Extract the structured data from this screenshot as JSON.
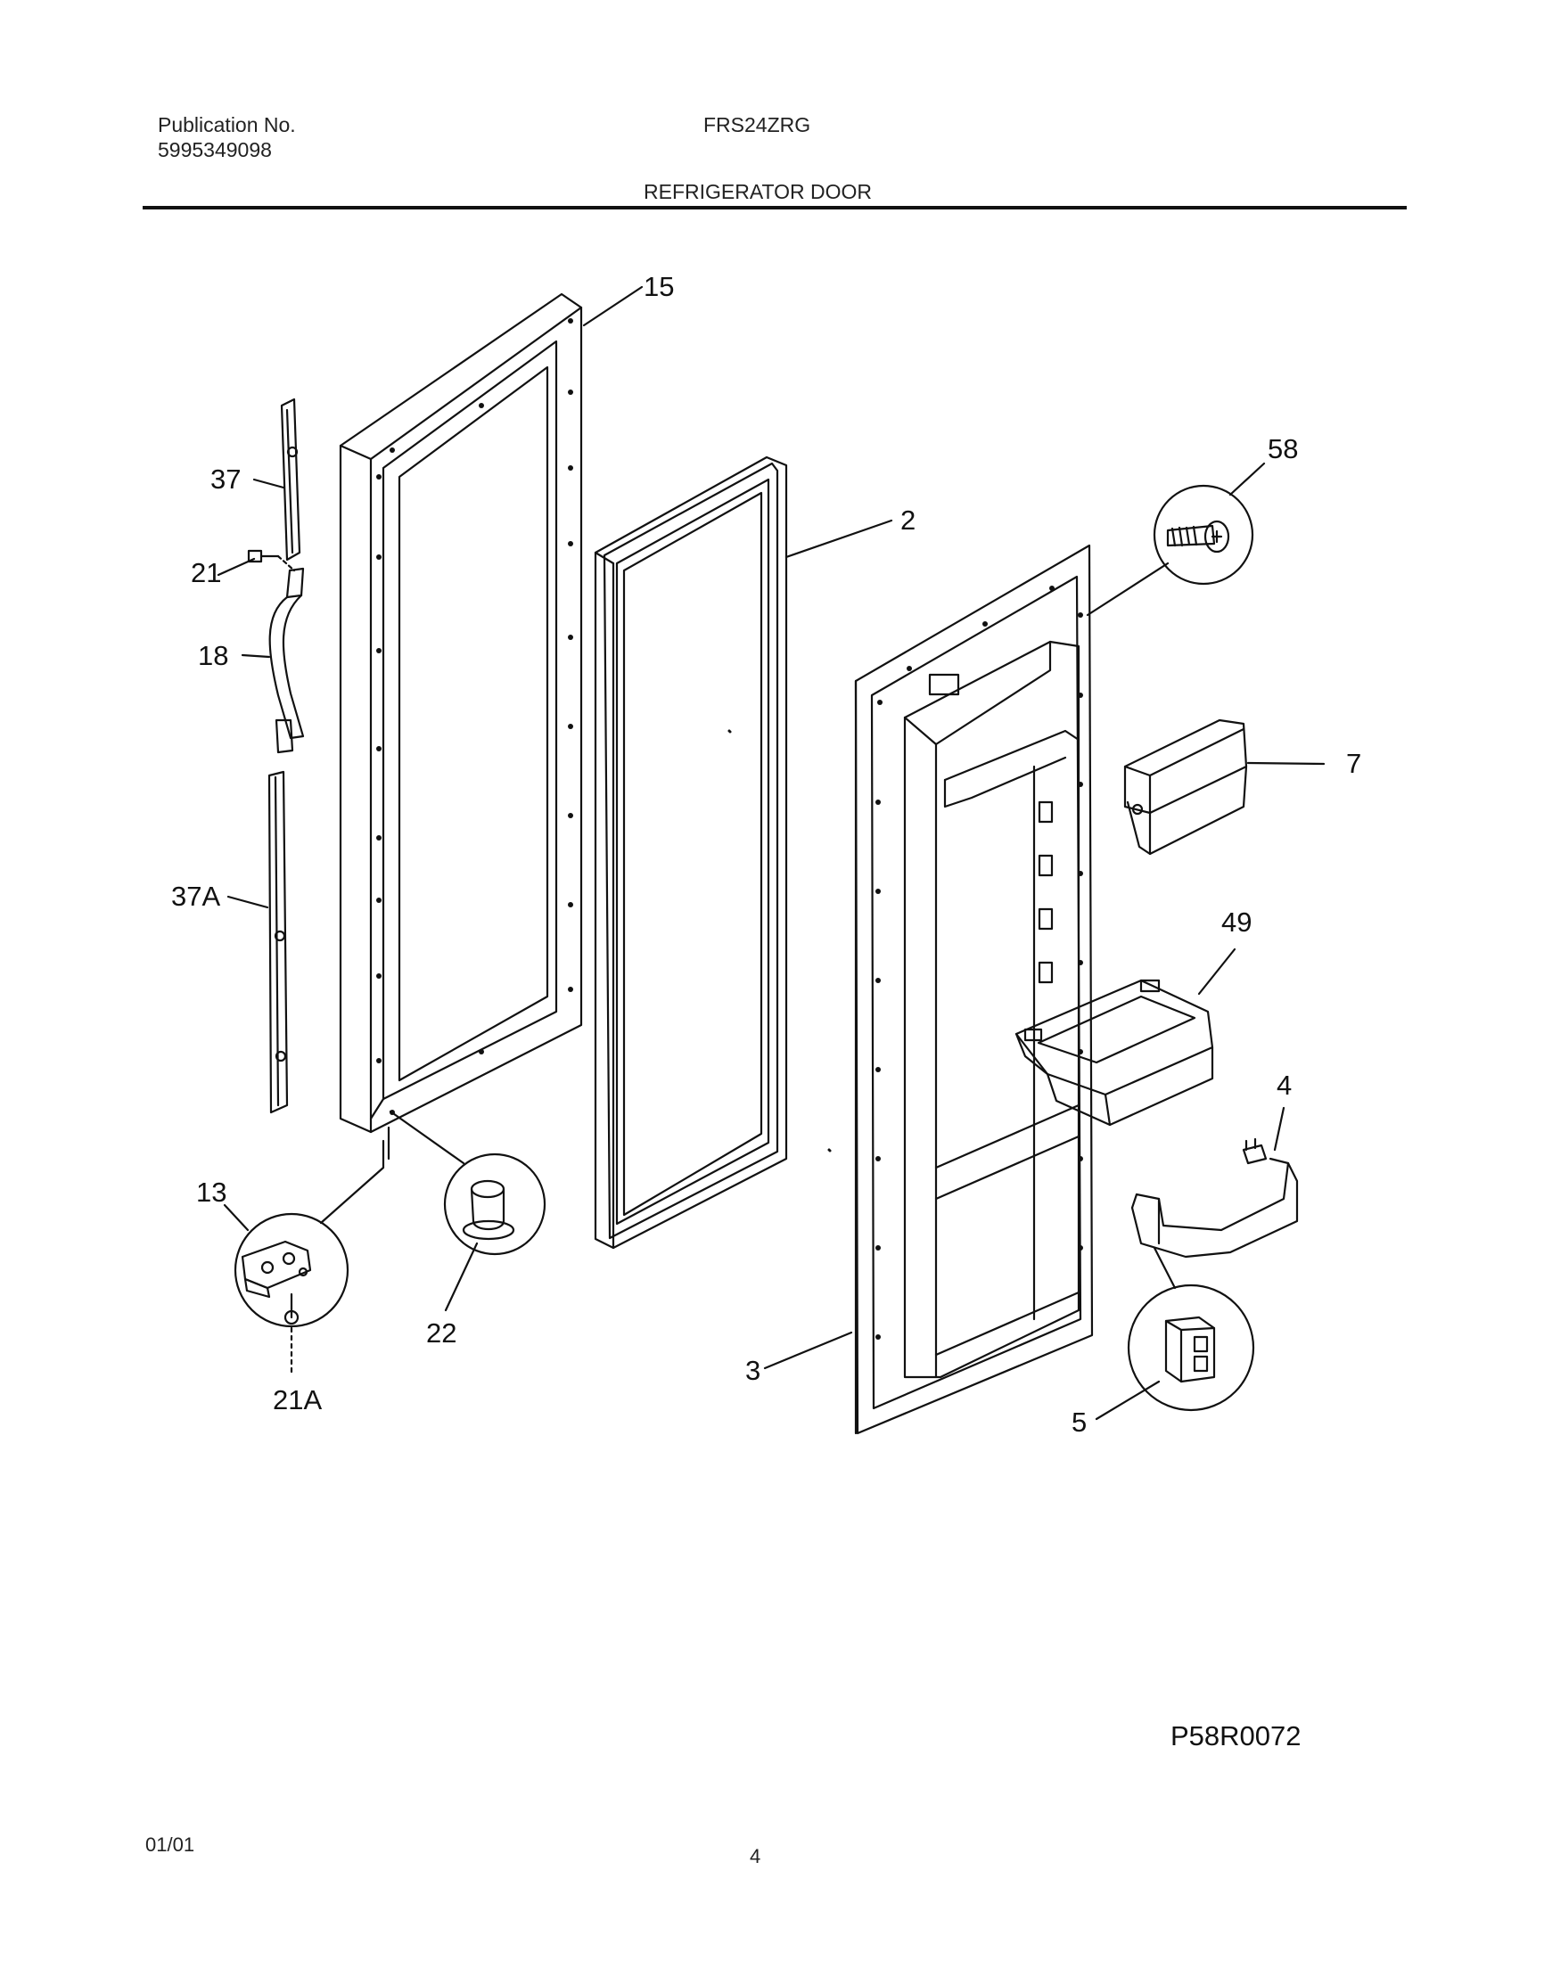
{
  "header": {
    "publication_label": "Publication No.",
    "publication_number": "5995349098",
    "model": "FRS24ZRG",
    "section_title": "REFRIGERATOR DOOR"
  },
  "diagram": {
    "callouts": {
      "c15": "15",
      "c58": "58",
      "c37": "37",
      "c2": "2",
      "c21": "21",
      "c18": "18",
      "c7": "7",
      "c37A": "37A",
      "c49": "49",
      "c4": "4",
      "c13": "13",
      "c22": "22",
      "c3": "3",
      "c5": "5",
      "c21A": "21A"
    },
    "code": "P58R0072"
  },
  "footer": {
    "date": "01/01",
    "page_number": "4"
  }
}
